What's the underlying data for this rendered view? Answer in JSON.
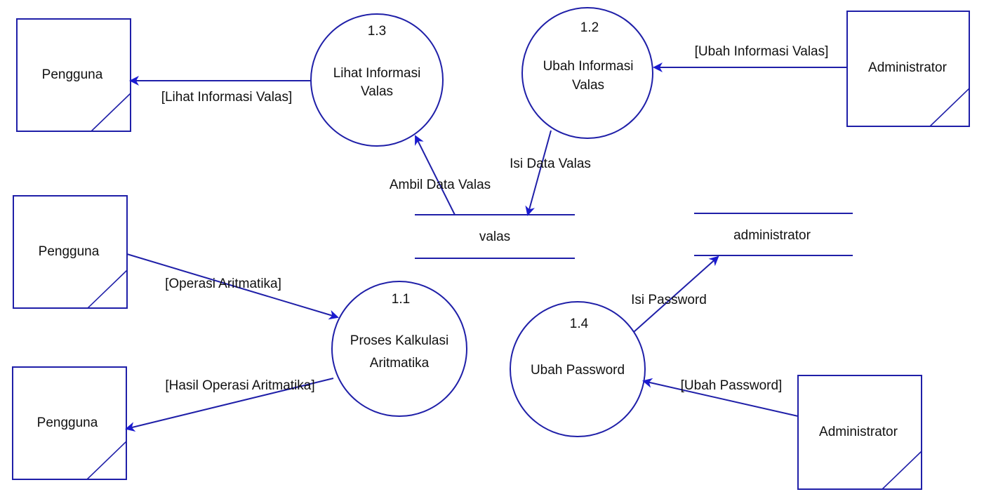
{
  "colors": {
    "line": "#1f1fa8",
    "arrow": "#1a1ad0",
    "text": "#111111",
    "background": "#ffffff"
  },
  "entities": {
    "pengguna_top": {
      "label": "Pengguna"
    },
    "pengguna_mid": {
      "label": "Pengguna"
    },
    "pengguna_bottom": {
      "label": "Pengguna"
    },
    "administrator_top": {
      "label": "Administrator"
    },
    "administrator_bottom": {
      "label": "Administrator"
    }
  },
  "processes": {
    "p1_1": {
      "number": "1.1",
      "line1": "Proses Kalkulasi",
      "line2": "Aritmatika"
    },
    "p1_2": {
      "number": "1.2",
      "line1": "Ubah Informasi",
      "line2": "Valas"
    },
    "p1_3": {
      "number": "1.3",
      "line1": "Lihat Informasi",
      "line2": "Valas"
    },
    "p1_4": {
      "number": "1.4",
      "line1": "Ubah Password",
      "line2": ""
    }
  },
  "stores": {
    "valas": {
      "label": "valas"
    },
    "administrator": {
      "label": "administrator"
    }
  },
  "flows": {
    "lihat_info": "[Lihat Informasi Valas]",
    "ubah_info": "[Ubah Informasi Valas]",
    "ambil_data": "Ambil Data Valas",
    "isi_data": "Isi Data Valas",
    "operasi": "[Operasi Aritmatika]",
    "hasil": "[Hasil Operasi Aritmatika]",
    "isi_password": "Isi Password",
    "ubah_password": "[Ubah Password]"
  }
}
